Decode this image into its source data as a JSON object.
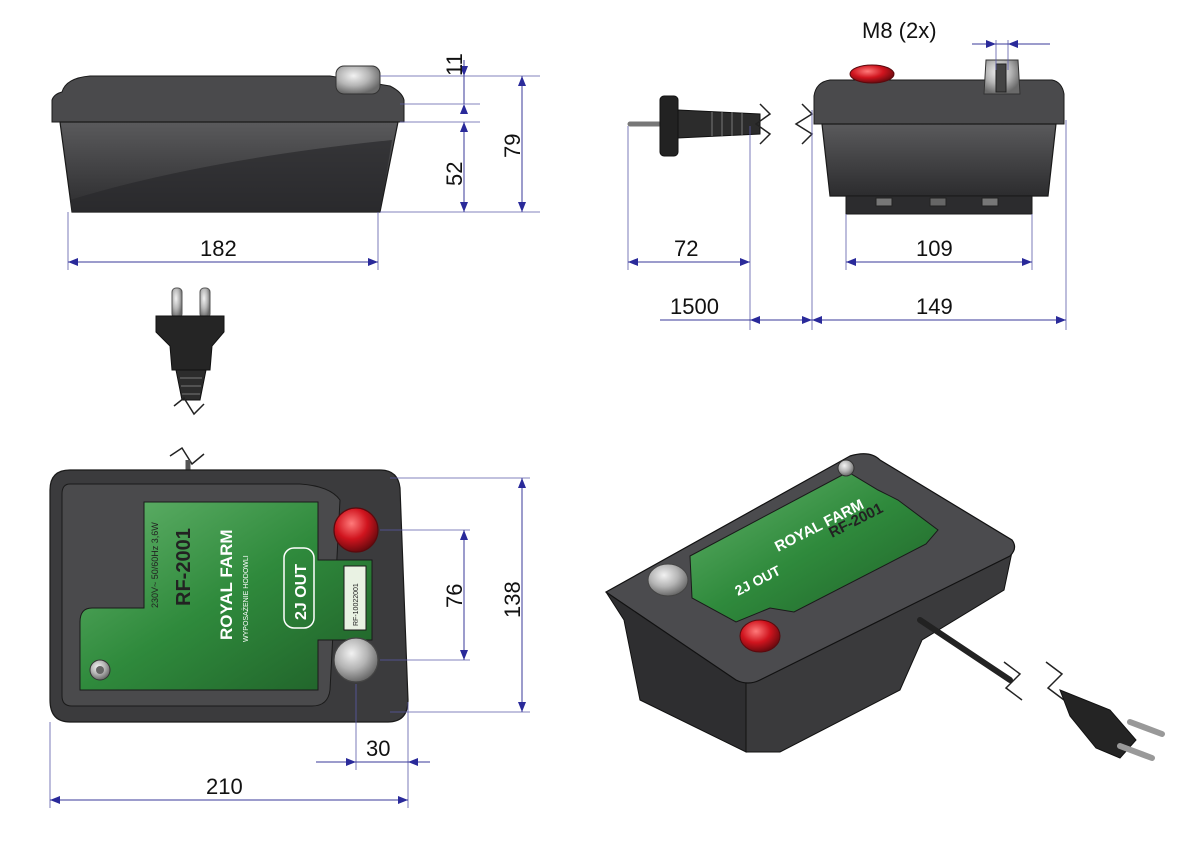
{
  "dimensions": {
    "top_height_small": "11",
    "body_height": "52",
    "total_height": "79",
    "front_width": "182",
    "thread_label": "M8  (2x)",
    "plug_length": "72",
    "cable_length": "1500",
    "side_inner_width": "109",
    "side_total_width": "149",
    "terminal_spacing": "76",
    "top_depth": "138",
    "terminal_offset": "30",
    "top_width": "210"
  },
  "product_label": {
    "brand": "ROYAL FARM",
    "brand_sub": "WYPOSAŻENIE HODOWLI",
    "model": "RF-2001",
    "rating": "230V~ 50/60Hz 3,6W",
    "output": "2J OUT",
    "code": "RF-10022001"
  },
  "colors": {
    "dimension_line": "#3a3a9a",
    "housing": "#3b3b3d",
    "label_green": "#2f8a3c",
    "terminal_red": "#c8141e",
    "terminal_grey": "#b4b4b4"
  }
}
